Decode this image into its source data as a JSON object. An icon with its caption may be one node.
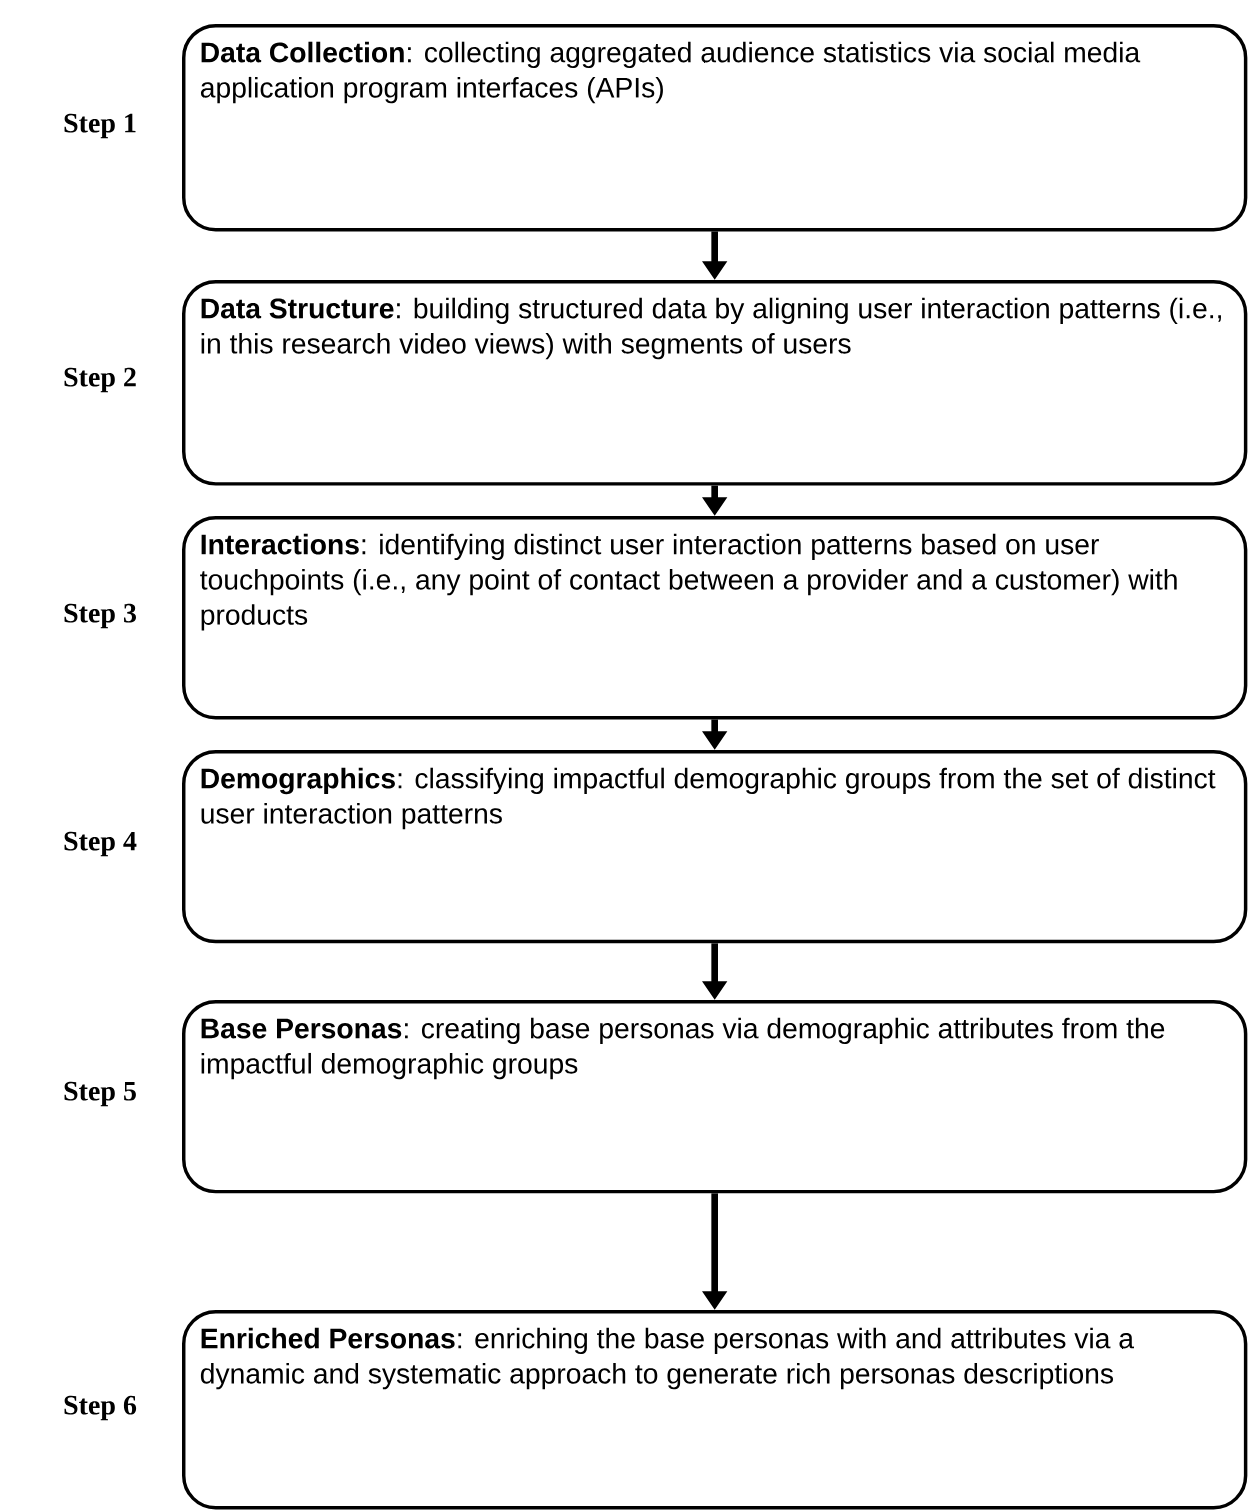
{
  "diagram": {
    "nodes": [
      {
        "text": [
          "**Data Collection**: collecting aggregated audience statistics via social media application program interfaces (APIs)"
        ],
        "beside": [
          "Step 1"
        ]
      },
      {
        "text": [
          "**Data Structure**: building structured data by aligning user interaction patterns (i.e., in this research video views) with segments of users"
        ],
        "beside": [
          "Step 2"
        ]
      },
      {
        "text": [
          "**Interactions**: identifying distinct user interaction patterns based on user touchpoints (i.e., any point of contact between a provider and a customer) with products"
        ],
        "beside": [
          "Step 3"
        ]
      },
      {
        "text": [
          "**Demographics**: classifying impactful demographic groups from the set of distinct user interaction patterns"
        ],
        "beside": [
          "Step 4"
        ]
      },
      {
        "text": [
          "**Base Personas**: creating base personas via demographic attributes from the impactful demographic groups"
        ],
        "beside": [
          "Step 5"
        ]
      },
      {
        "text": [
          "**Enriched Personas**: enriching the base personas with and attributes via a dynamic and systematic approach to generate rich personas descriptions"
        ],
        "beside": [
          "Step 6"
        ]
      }
    ],
    "edges": [
      {
        "from": 0,
        "to": 1,
        "arrow": "to"
      },
      {
        "from": 1,
        "to": 2,
        "arrow": "to"
      },
      {
        "from": 2,
        "to": 3,
        "arrow": "to"
      },
      {
        "from": 3,
        "to": 4,
        "arrow": "to"
      },
      {
        "from": 4,
        "to": 5,
        "arrow": "to"
      }
    ]
  }
}
